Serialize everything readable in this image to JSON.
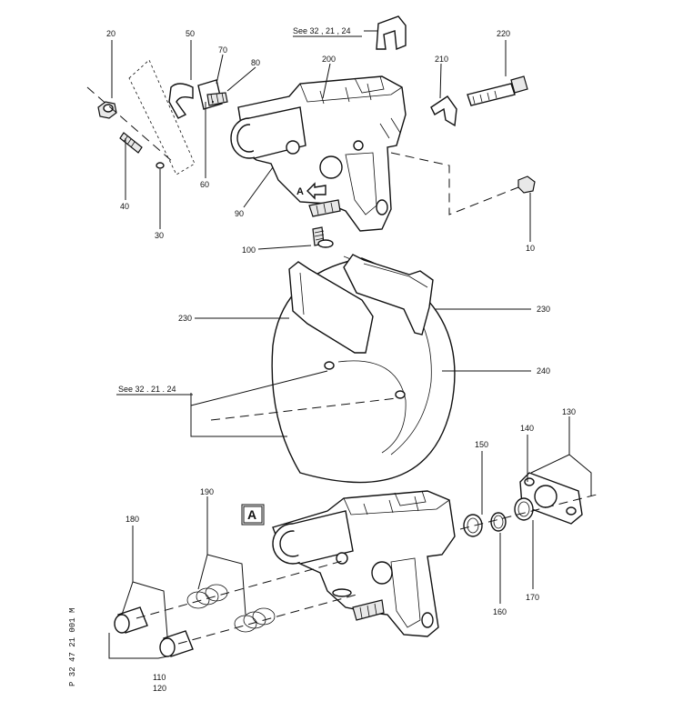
{
  "part_labels": [
    "20",
    "50",
    "70",
    "80",
    "200",
    "220",
    "210",
    "40",
    "30",
    "60",
    "90",
    "10",
    "100",
    "230",
    "230",
    "240",
    "130",
    "140",
    "150",
    "190",
    "180",
    "160",
    "170",
    "110",
    "120"
  ],
  "see_refs": [
    "See  32 , 21 , 24",
    "See  32 . 21 . 24"
  ],
  "view_marker": "A",
  "arrow_marker": "A",
  "reference_code": "P 32 47 21 001 M"
}
